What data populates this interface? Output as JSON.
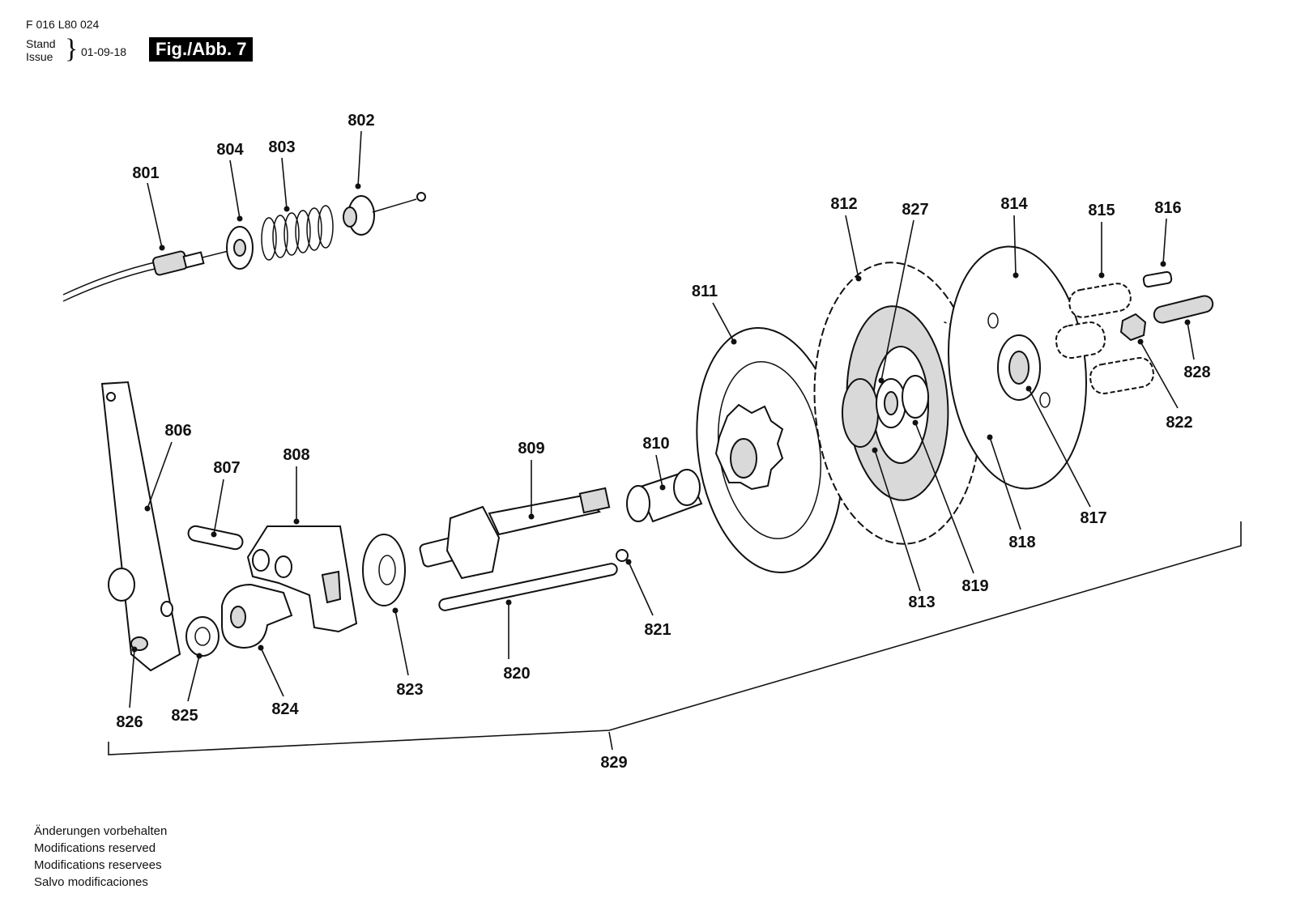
{
  "header": {
    "doc_code": "F 016 L80 024",
    "stand_label": "Stand",
    "issue_label": "Issue",
    "brace": "}",
    "date": "01-09-18",
    "figure": "Fig./Abb. 7"
  },
  "labels": {
    "p801": "801",
    "p802": "802",
    "p803": "803",
    "p804": "804",
    "p806": "806",
    "p807": "807",
    "p808": "808",
    "p809": "809",
    "p810": "810",
    "p811": "811",
    "p812": "812",
    "p813": "813",
    "p814": "814",
    "p815": "815",
    "p816": "816",
    "p817": "817",
    "p818": "818",
    "p819": "819",
    "p820": "820",
    "p821": "821",
    "p822": "822",
    "p823": "823",
    "p824": "824",
    "p825": "825",
    "p826": "826",
    "p827": "827",
    "p828": "828",
    "p829": "829"
  },
  "footer": {
    "line1": "Änderungen vorbehalten",
    "line2": "Modifications reserved",
    "line3": "Modifications reservees",
    "line4": "Salvo modificaciones"
  }
}
